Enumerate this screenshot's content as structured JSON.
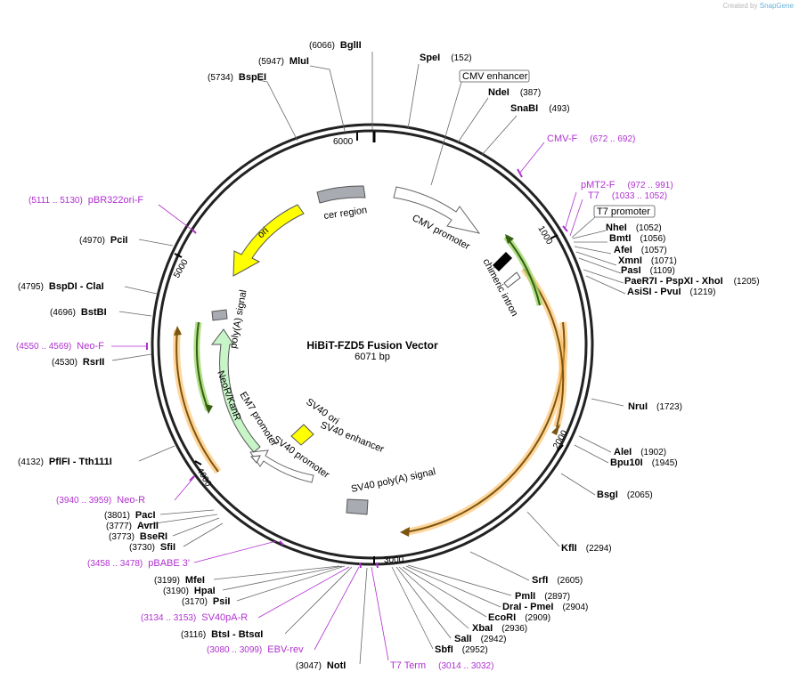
{
  "credit": {
    "prefix": "Created by",
    "brand": "SnapGene"
  },
  "plasmid": {
    "name": "HiBiT-FZD5 Fusion Vector",
    "size": "6071 bp",
    "length": 6071
  },
  "ticks": [
    {
      "label": "1000",
      "pos": 1000
    },
    {
      "label": "2000",
      "pos": 2000
    },
    {
      "label": "3000",
      "pos": 3000
    },
    {
      "label": "4000",
      "pos": 4000
    },
    {
      "label": "5000",
      "pos": 5000
    },
    {
      "label": "6000",
      "pos": 6000
    }
  ],
  "sites": [
    {
      "name": "BglII",
      "pos": "(6066)"
    },
    {
      "name": "MluI",
      "pos": "(5947)"
    },
    {
      "name": "BspEI",
      "pos": "(5734)"
    },
    {
      "name": "SpeI",
      "pos": "(152)"
    },
    {
      "name": "NdeI",
      "pos": "(387)"
    },
    {
      "name": "SnaBI",
      "pos": "(493)"
    },
    {
      "name": "NheI",
      "pos": "(1052)"
    },
    {
      "name": "BmtI",
      "pos": "(1056)"
    },
    {
      "name": "AfeI",
      "pos": "(1057)"
    },
    {
      "name": "XmnI",
      "pos": "(1071)"
    },
    {
      "name": "PasI",
      "pos": "(1109)"
    },
    {
      "name": "PaeR7I - PspXI - XhoI",
      "pos": "(1205)"
    },
    {
      "name": "AsiSI - PvuI",
      "pos": "(1219)"
    },
    {
      "name": "NruI",
      "pos": "(1723)"
    },
    {
      "name": "AleI",
      "pos": "(1902)"
    },
    {
      "name": "Bpu10I",
      "pos": "(1945)"
    },
    {
      "name": "BsgI",
      "pos": "(2065)"
    },
    {
      "name": "KflI",
      "pos": "(2294)"
    },
    {
      "name": "SrfI",
      "pos": "(2605)"
    },
    {
      "name": "PmlI",
      "pos": "(2897)"
    },
    {
      "name": "DraI - PmeI",
      "pos": "(2904)"
    },
    {
      "name": "EcoRI",
      "pos": "(2909)"
    },
    {
      "name": "XbaI",
      "pos": "(2936)"
    },
    {
      "name": "SalI",
      "pos": "(2942)"
    },
    {
      "name": "SbfI",
      "pos": "(2952)"
    },
    {
      "name": "NotI",
      "pos": "(3047)"
    },
    {
      "name": "BtsI - BtsαI",
      "pos": "(3116)"
    },
    {
      "name": "PsiI",
      "pos": "(3170)"
    },
    {
      "name": "HpaI",
      "pos": "(3190)"
    },
    {
      "name": "MfeI",
      "pos": "(3199)"
    },
    {
      "name": "SfiI",
      "pos": "(3730)"
    },
    {
      "name": "BseRI",
      "pos": "(3773)"
    },
    {
      "name": "AvrII",
      "pos": "(3777)"
    },
    {
      "name": "PacI",
      "pos": "(3801)"
    },
    {
      "name": "PflFI - Tth111I",
      "pos": "(4132)"
    },
    {
      "name": "RsrII",
      "pos": "(4530)"
    },
    {
      "name": "BstBI",
      "pos": "(4696)"
    },
    {
      "name": "BspDI - ClaI",
      "pos": "(4795)"
    },
    {
      "name": "PciI",
      "pos": "(4970)"
    }
  ],
  "primers": [
    {
      "name": "CMV-F",
      "pos": "(672 .. 692)"
    },
    {
      "name": "pMT2-F",
      "pos": "(972 .. 991)"
    },
    {
      "name": "T7",
      "pos": "(1033 .. 1052)"
    },
    {
      "name": "T7 Term",
      "pos": "(3014 .. 3032)"
    },
    {
      "name": "EBV-rev",
      "pos": "(3080 .. 3099)"
    },
    {
      "name": "SV40pA-R",
      "pos": "(3134 .. 3153)"
    },
    {
      "name": "pBABE 3'",
      "pos": "(3458 .. 3478)"
    },
    {
      "name": "Neo-R",
      "pos": "(3940 .. 3959)"
    },
    {
      "name": "Neo-F",
      "pos": "(4550 .. 4569)"
    },
    {
      "name": "pBR322ori-F",
      "pos": "(5111 .. 5130)"
    }
  ],
  "boxed": [
    {
      "name": "CMV enhancer"
    },
    {
      "name": "T7 promoter"
    }
  ],
  "features": [
    {
      "name": "CMV promoter"
    },
    {
      "name": "chimeric intron"
    },
    {
      "name": "SV40 poly(A) signal"
    },
    {
      "name": "SV40 promoter"
    },
    {
      "name": "SV40 ori"
    },
    {
      "name": "SV40 enhancer"
    },
    {
      "name": "EM7 promoter"
    },
    {
      "name": "NeoR/KanR"
    },
    {
      "name": "poly(A) signal"
    },
    {
      "name": "ori"
    },
    {
      "name": "cer region"
    }
  ],
  "colors": {
    "primer": "#b030d0",
    "ori": "#ffff00",
    "neo": "#c8f5c8",
    "gray": "#a8acb2",
    "orf": "#ffa500",
    "intron": "#7fb928"
  }
}
